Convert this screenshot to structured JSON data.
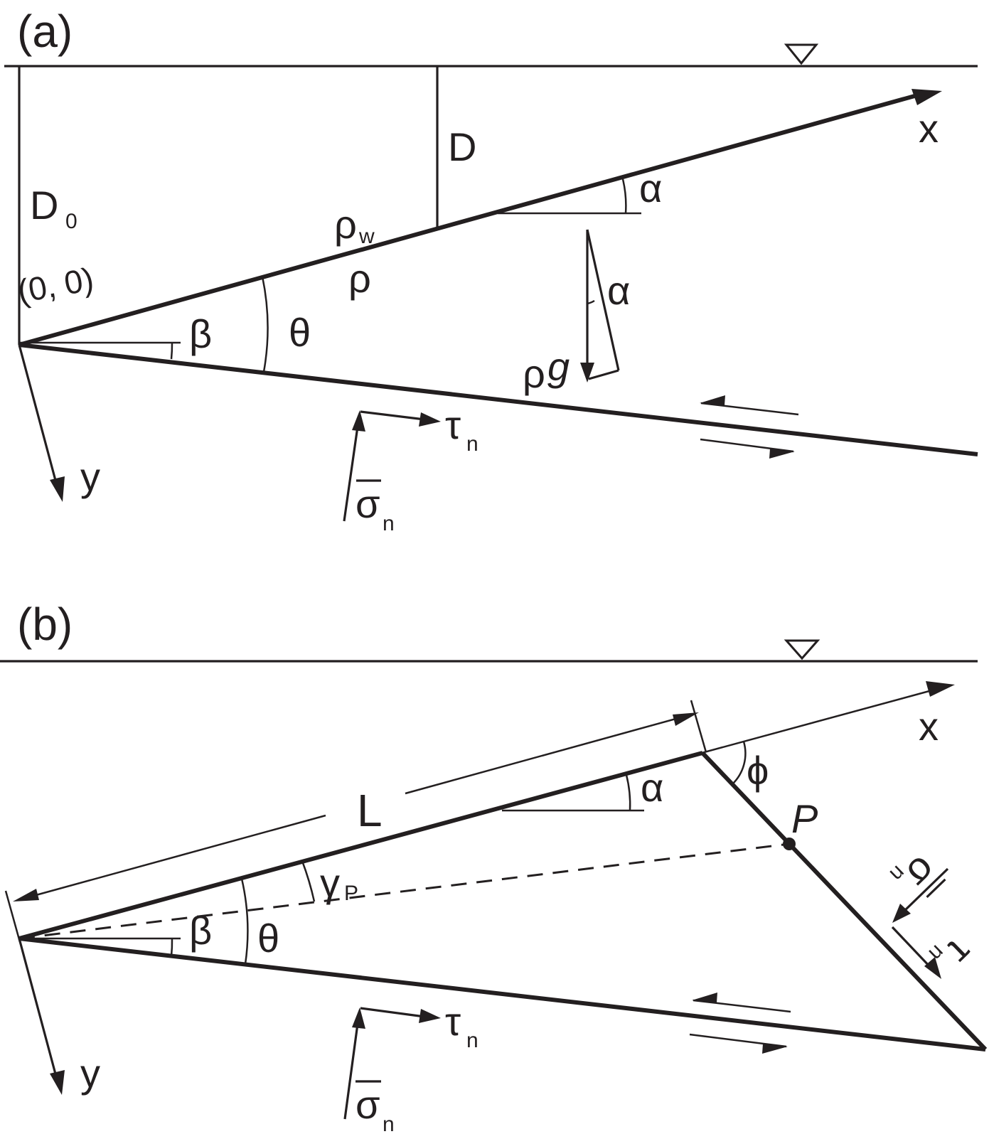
{
  "panel_a": {
    "tag": "(a)",
    "depth_top": "D",
    "depth_origin": "D",
    "depth_origin_sub": "0",
    "rho_w": "ρ",
    "rho_w_sub": "w",
    "rho": "ρ",
    "origin": "(0, 0)",
    "beta": "β",
    "theta": "θ",
    "alpha_surface": "α",
    "alpha_gravity": "α",
    "gravity_rho": "ρ",
    "gravity_g": "g",
    "x_axis": "x",
    "y_axis": "y",
    "tau": "τ",
    "tau_sub": "n",
    "sigma": "σ",
    "sigma_sub": "n"
  },
  "panel_b": {
    "tag": "(b)",
    "length": "L",
    "phi": "ϕ",
    "point": "P",
    "alpha": "α",
    "gamma": "γ",
    "gamma_sub": "P",
    "beta": "β",
    "theta": "θ",
    "x_axis": "x",
    "y_axis": "y",
    "tau": "τ",
    "tau_sub": "n",
    "sigma": "σ",
    "sigma_sub": "n",
    "back_tau": "τ",
    "back_tau_sub": "n",
    "back_sigma": "σ",
    "back_sigma_sub": "n"
  }
}
